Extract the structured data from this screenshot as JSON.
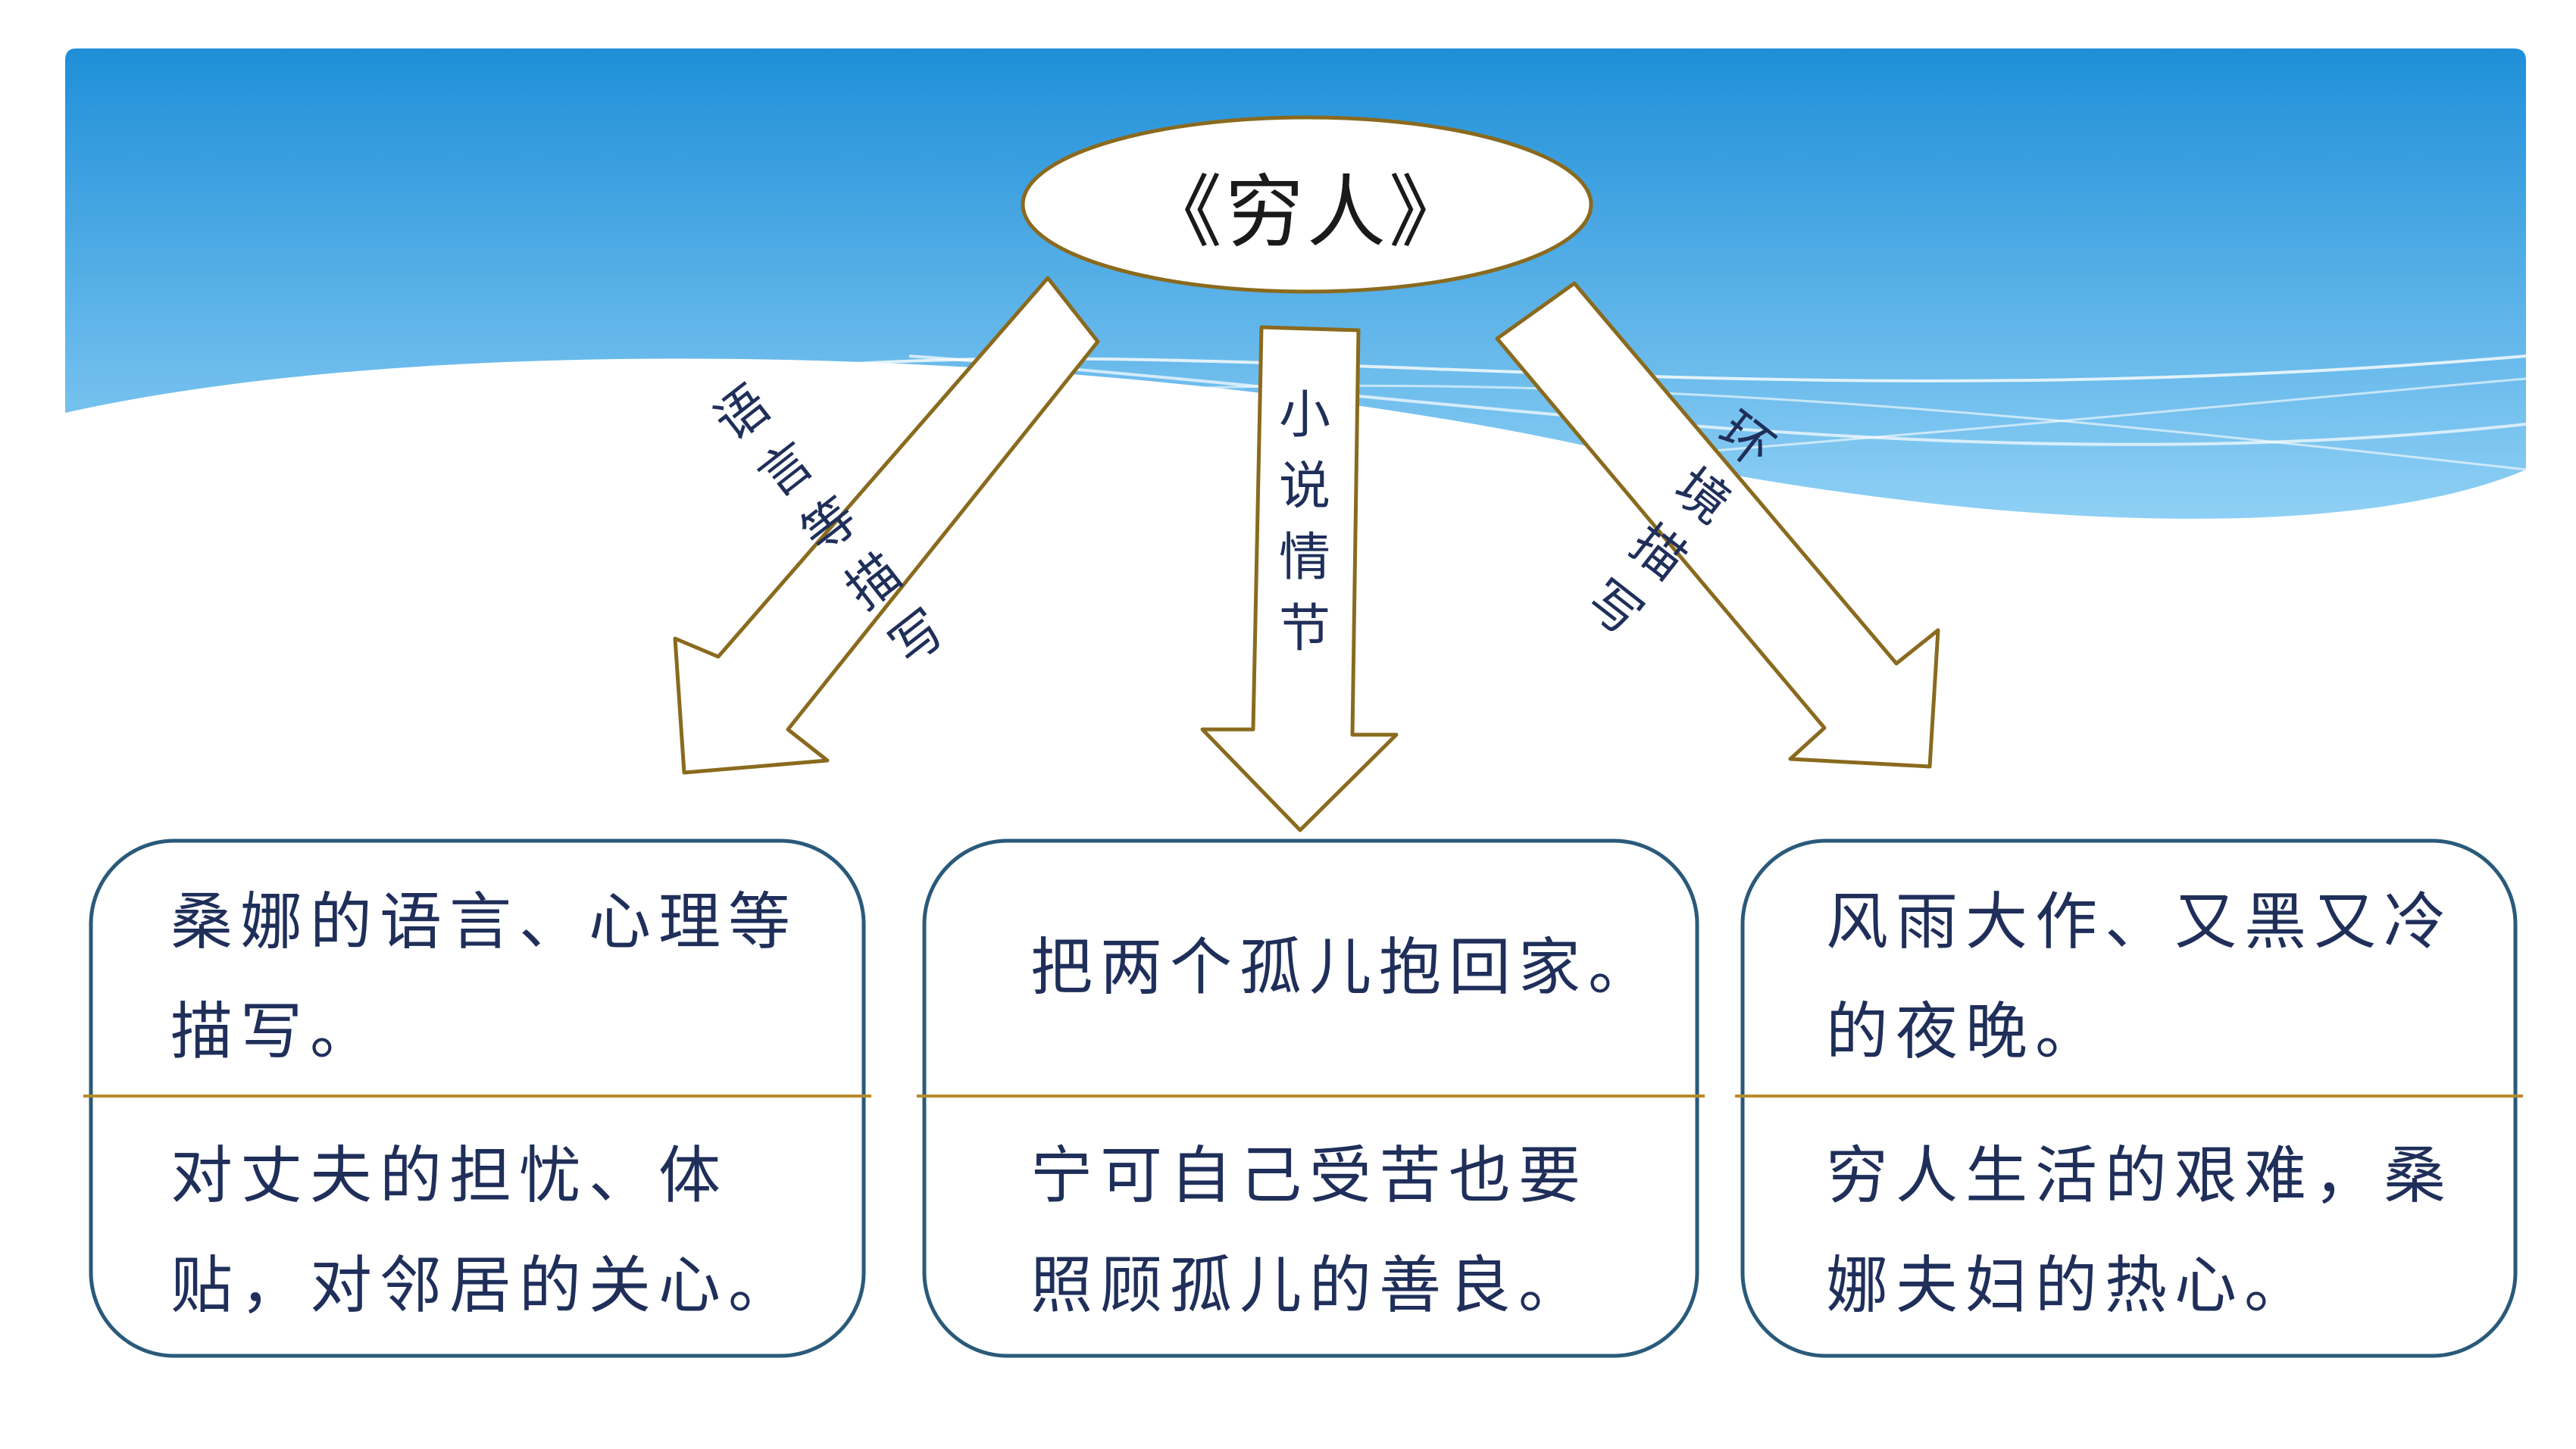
{
  "title": "《穷人》",
  "arrows": [
    {
      "label": [
        "语",
        "言",
        "等",
        "描",
        "写"
      ]
    },
    {
      "label": [
        "小",
        "说",
        "情",
        "节"
      ]
    },
    {
      "label": [
        "环",
        "境",
        "描",
        "写"
      ]
    }
  ],
  "cards": [
    {
      "top": "桑娜的语言、心理等描写。",
      "bottom": "对丈夫的担忧、体贴，对邻居的关心。"
    },
    {
      "top": "把两个孤儿抱回家。",
      "bottom": "宁可自己受苦也要照顾孤儿的善良。"
    },
    {
      "top": "风雨大作、又黑又冷的夜晚。",
      "bottom": "穷人生活的艰难，桑娜夫妇的热心。"
    }
  ],
  "colors": {
    "sky_top": "#1e8fd8",
    "sky_bottom": "#8fd0f5",
    "outline": "#8a6a1e",
    "box_border": "#2a5a7a",
    "divider": "#b68b2a",
    "text": "#1f2f5a"
  }
}
